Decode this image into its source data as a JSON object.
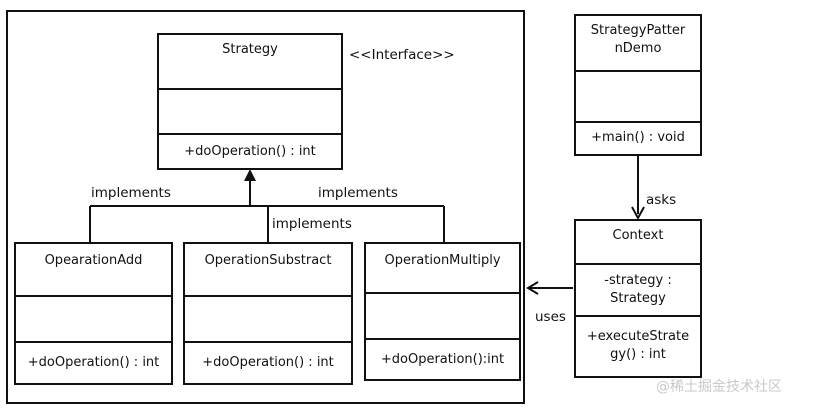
{
  "diagram": {
    "strategy": {
      "name": "Strategy",
      "stereotype": "<<Interface>>",
      "attributes": "",
      "method": "+doOperation() : int"
    },
    "operation_add": {
      "name": "OpearationAdd",
      "attributes": "",
      "method": "+doOperation() : int"
    },
    "operation_substract": {
      "name": "OperationSubstract",
      "attributes": "",
      "method": "+doOperation() : int"
    },
    "operation_multiply": {
      "name": "OperationMultiply",
      "attributes": "",
      "method": "+doOperation():int"
    },
    "demo": {
      "name": "StrategyPatter\nnDemo",
      "attributes": "",
      "method": "+main() : void"
    },
    "context": {
      "name": "Context",
      "attribute": "-strategy :\nStrategy",
      "method": "+executeStrate\ngy() : int"
    },
    "relations": {
      "implements_left": "implements",
      "implements_middle": "implements",
      "implements_right": "implements",
      "asks": "asks",
      "uses": "uses"
    },
    "watermark": "@稀土掘金技术社区"
  }
}
